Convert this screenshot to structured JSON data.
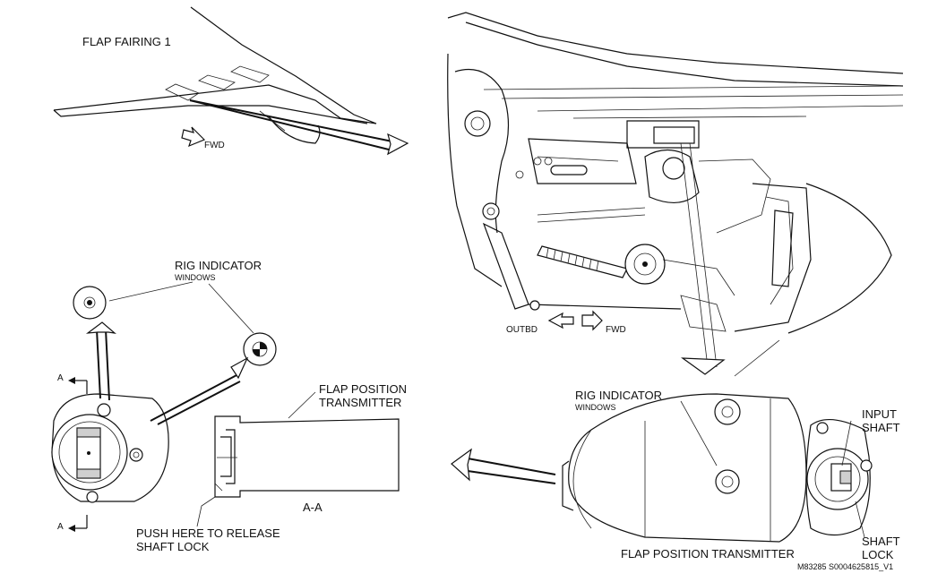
{
  "labels": {
    "flap_fairing": "FLAP FAIRING 1",
    "fwd_top": "FWD",
    "outbd": "OUTBD",
    "fwd_mid": "FWD",
    "rig_indicator_left": "RIG INDICATOR",
    "windows_left": "WINDOWS",
    "flap_position_transmitter_aa_1": "FLAP POSITION",
    "flap_position_transmitter_aa_2": "TRANSMITTER",
    "section_a_top": "A",
    "section_a_bottom": "A",
    "section_aa": "A-A",
    "push_here_1": "PUSH HERE TO RELEASE",
    "push_here_2": "SHAFT LOCK",
    "rig_indicator_right": "RIG INDICATOR",
    "windows_right": "WINDOWS",
    "input_shaft_1": "INPUT",
    "input_shaft_2": "SHAFT",
    "shaft_lock_1": "SHAFT",
    "shaft_lock_2": "LOCK",
    "flap_position_transmitter_bottom": "FLAP POSITION TRANSMITTER",
    "figure_id": "M83285 S0004625815_V1"
  }
}
